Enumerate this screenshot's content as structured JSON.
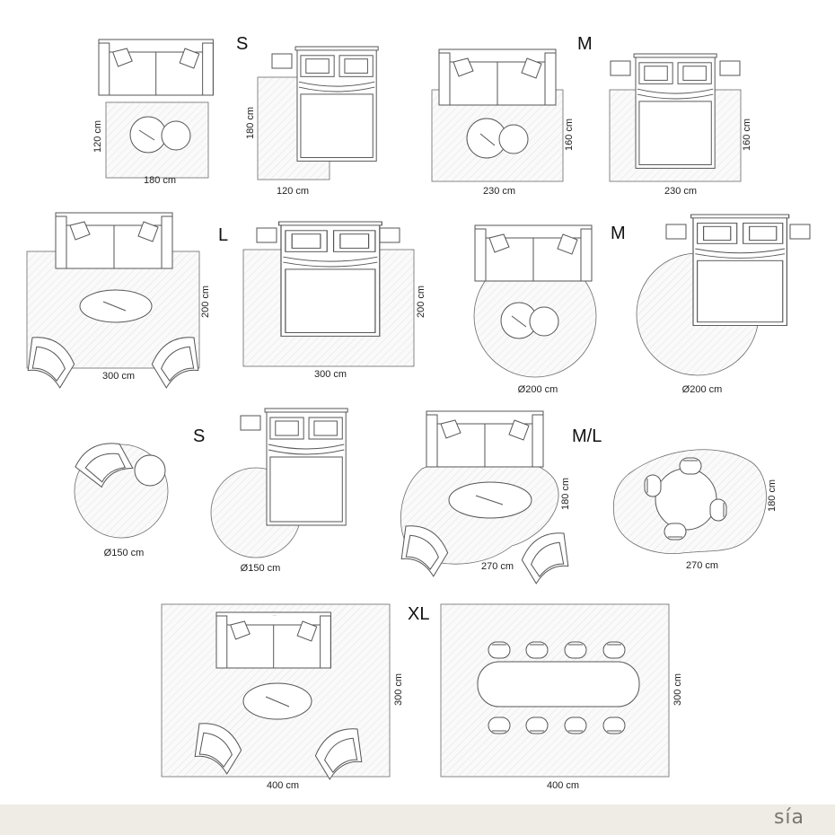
{
  "labels": {
    "size_s_1": "S",
    "size_m_1": "M",
    "size_l": "L",
    "size_m_2": "M",
    "size_s_2": "S",
    "size_ml": "M/L",
    "size_xl": "XL"
  },
  "dims": {
    "p1_v": "120 cm",
    "p1_h": "180 cm",
    "p2_v": "180 cm",
    "p2_h": "120 cm",
    "p3_v": "160 cm",
    "p3_h": "230 cm",
    "p4_v": "160 cm",
    "p4_h": "230 cm",
    "p5_v": "200 cm",
    "p5_h": "300 cm",
    "p6_v": "200 cm",
    "p6_h": "300 cm",
    "p7_d": "Ø200 cm",
    "p8_d": "Ø200 cm",
    "p9_d": "Ø150 cm",
    "p10_d": "Ø150 cm",
    "p11_v": "180 cm",
    "p11_h": "270 cm",
    "p12_v": "180 cm",
    "p12_h": "270 cm",
    "p13_v": "300 cm",
    "p13_h": "400 cm",
    "p14_v": "300 cm",
    "p14_h": "400 cm"
  },
  "brand": "sía"
}
